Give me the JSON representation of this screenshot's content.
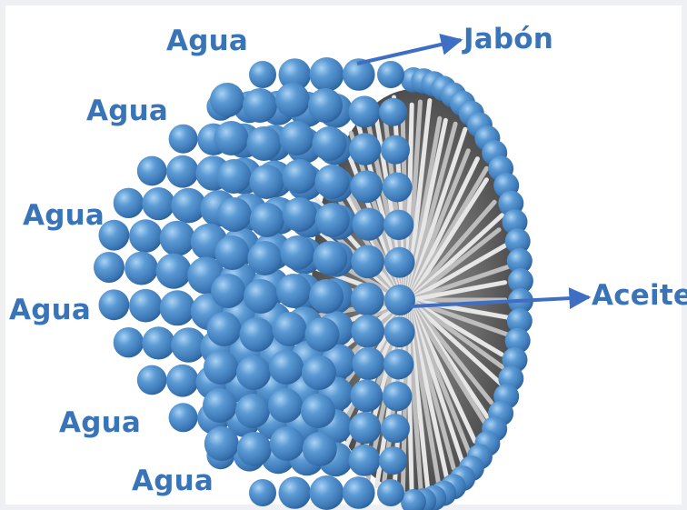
{
  "labels": {
    "water": [
      "Agua",
      "Agua",
      "Agua",
      "Agua",
      "Agua",
      "Agua"
    ],
    "soap": "Jabón",
    "oil": "Aceite"
  },
  "colors": {
    "text": "#3a74b8",
    "arrow": "#3f6fc4",
    "sphere": "#4b8cc9",
    "tail": "#d9d9d9"
  },
  "icons": {
    "soap_pointer": "arrow-right-icon",
    "oil_pointer": "arrow-right-icon"
  }
}
